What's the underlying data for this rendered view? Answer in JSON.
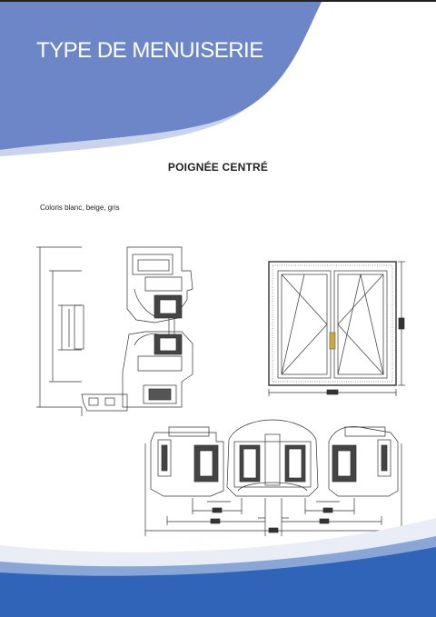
{
  "header": {
    "title": "TYPE DE MENUISERIE",
    "accent_color": "#6d86c7"
  },
  "section": {
    "heading": "POIGNÉE CENTRÉ",
    "caption": "Coloris blanc, beige, gris"
  },
  "drawings": {
    "vertical_section": {
      "icon": "window-vertical-section-drawing"
    },
    "elevation": {
      "icon": "double-casement-window-elevation"
    },
    "horizontal_section": {
      "icon": "window-horizontal-section-drawing"
    }
  },
  "footer": {
    "colors": [
      "#2f64b8",
      "#8aa6d6"
    ]
  }
}
